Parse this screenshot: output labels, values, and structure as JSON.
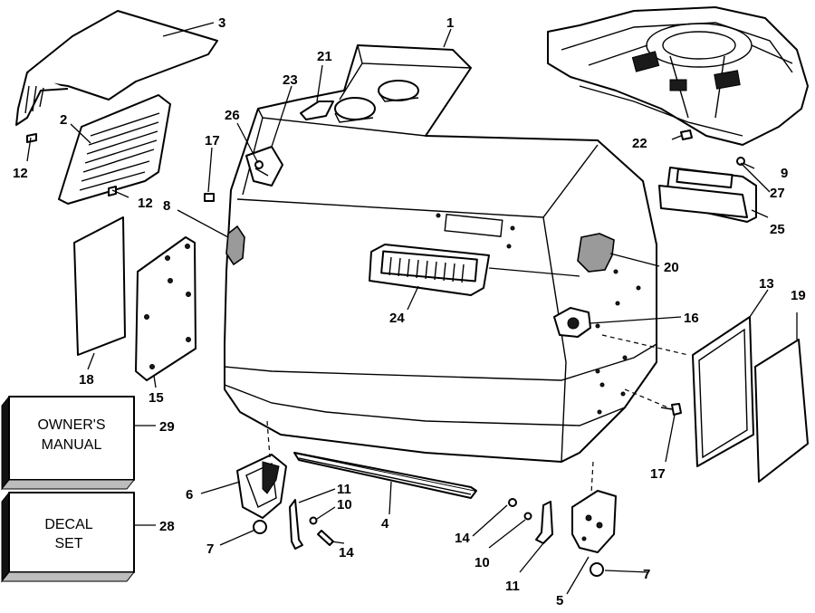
{
  "callouts": {
    "c1": "1",
    "c2": "2",
    "c3": "3",
    "c4": "4",
    "c5": "5",
    "c6": "6",
    "c7a": "7",
    "c7b": "7",
    "c8": "8",
    "c9": "9",
    "c10a": "10",
    "c10b": "10",
    "c11a": "11",
    "c11b": "11",
    "c12a": "12",
    "c12b": "12",
    "c13": "13",
    "c14a": "14",
    "c14b": "14",
    "c15": "15",
    "c16": "16",
    "c17a": "17",
    "c17b": "17",
    "c18": "18",
    "c19": "19",
    "c20": "20",
    "c21": "21",
    "c22": "22",
    "c23": "23",
    "c24": "24",
    "c25": "25",
    "c26": "26",
    "c27": "27",
    "c28": "28",
    "c29": "29"
  },
  "boxes": {
    "owners_manual": {
      "line1": "OWNER'S",
      "line2": "MANUAL"
    },
    "decal_set": {
      "line1": "DECAL",
      "line2": "SET"
    }
  }
}
